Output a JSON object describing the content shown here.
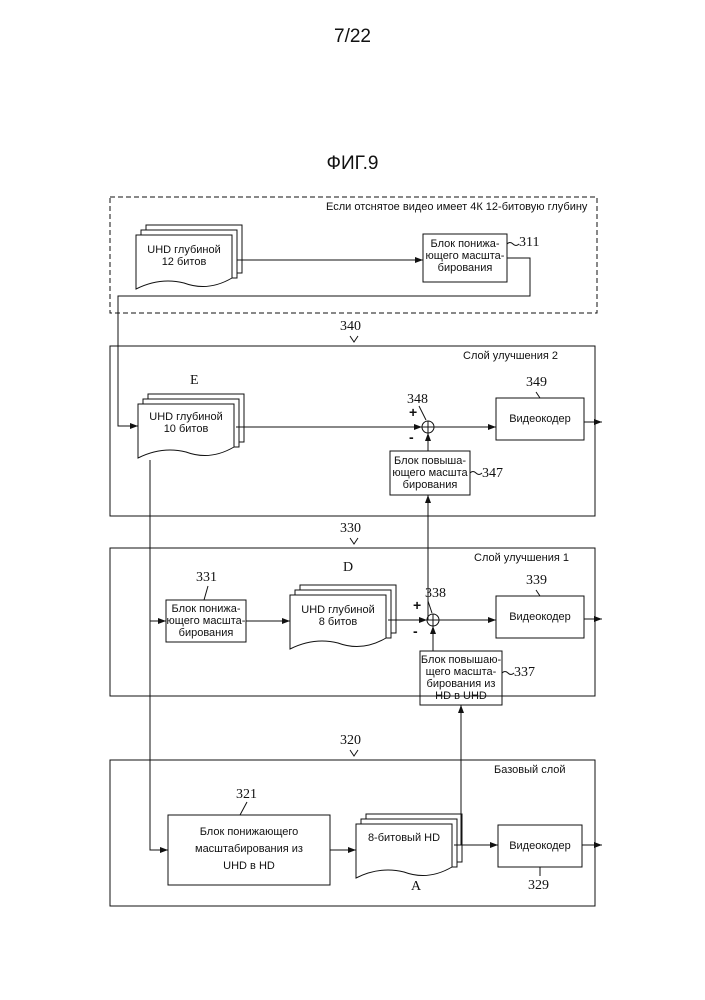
{
  "page_number": "7/22",
  "figure_title": "ФИГ.9",
  "capture_block": {
    "caption": "Если отснятое видео имеет 4К 12-битовую глубину",
    "source_label": "UHD глубиной\n12 битов",
    "downscale_label": "Блок понижа-\nющего масшта-\nбирования",
    "downscale_ref": "311"
  },
  "enhancement_layer_2": {
    "ref": "340",
    "title": "Слой улучшения 2",
    "frame_letter": "E",
    "frame_label": "UHD глубиной\n10 битов",
    "adder_ref": "348",
    "plus": "+",
    "minus": "-",
    "upscale_label": "Блок повыша-\nющего масшта\nбирования",
    "upscale_ref": "347",
    "encoder_label": "Видеокодер",
    "encoder_ref": "349"
  },
  "enhancement_layer_1": {
    "ref": "330",
    "title": "Слой улучшения 1",
    "downscale_label": "Блок понижа-\nющего масшта-\nбирования",
    "downscale_ref": "331",
    "frame_letter": "D",
    "frame_label": "UHD глубиной\n8 битов",
    "adder_ref": "338",
    "plus": "+",
    "minus": "-",
    "upscale_label": "Блок повышаю-\nщего масшта-\nбирования из\nHD в UHD",
    "upscale_ref": "337",
    "encoder_label": "Видеокодер",
    "encoder_ref": "339"
  },
  "base_layer": {
    "ref": "320",
    "title": "Базовый слой",
    "downscale_label": "Блок понижающего\nмасштабирования из\nUHD в HD",
    "downscale_ref": "321",
    "frame_label": "8-битовый HD",
    "frame_letter": "A",
    "encoder_label": "Видеокодер",
    "encoder_ref": "329"
  }
}
